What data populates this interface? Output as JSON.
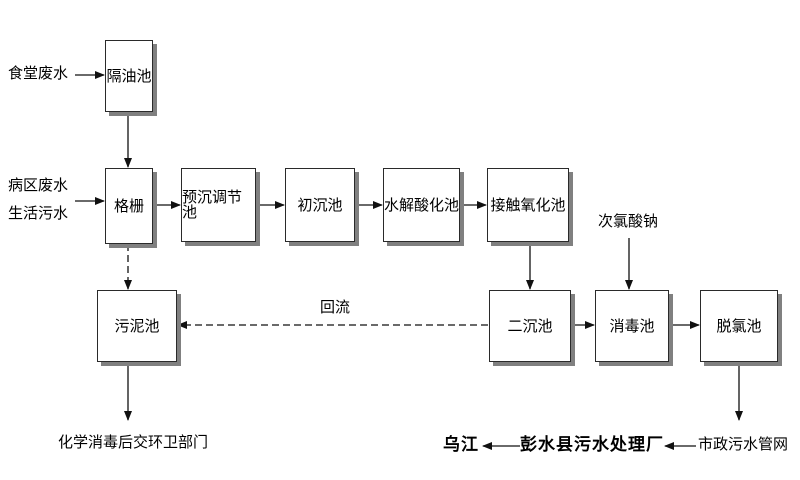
{
  "tanks": {
    "oil_separator": "隔油池",
    "grille": "格栅",
    "pre_settling": "预沉调节池",
    "primary_settling": "初沉池",
    "hydrolysis": "水解酸化池",
    "contact_oxidation": "接触氧化池",
    "sludge": "污泥池",
    "secondary_settling": "二沉池",
    "disinfection": "消毒池",
    "dechlorination": "脱氯池"
  },
  "inputs": {
    "canteen_waste": "食堂废水",
    "ward_waste": "病区废水",
    "domestic_sewage": "生活污水",
    "sodium_hypochlorite": "次氯酸钠"
  },
  "labels": {
    "return_flow": "回流",
    "sludge_disposal": "化学消毒后交环卫部门",
    "river": "乌江",
    "plant": "彭水县污水处理厂",
    "pipe_network": "市政污水管网"
  },
  "colors": {
    "line": "#111111",
    "box_border": "#2a2a2a",
    "box_shadow": "#808080"
  }
}
